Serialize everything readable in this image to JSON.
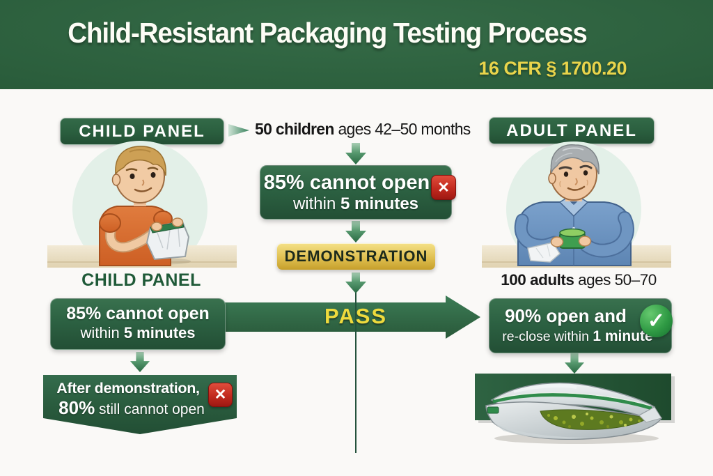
{
  "header": {
    "title": "Child-Resistant Packaging Testing Process",
    "regulation": "16 CFR § 1700.20"
  },
  "child_panel": {
    "badge": "CHILD PANEL",
    "caption": "CHILD PANEL",
    "count_bold": "50 children",
    "count_rest": "ages 42–50 months",
    "result_line1": "85% cannot open",
    "result_line2_normal": "within",
    "result_line2_bold": "5 minutes",
    "after_line1": "After demonstration,",
    "after_line2_bold": "80%",
    "after_line2_rest": "still cannot open"
  },
  "process": {
    "mid_result_line1": "85% cannot open",
    "mid_result_line2_normal": "within",
    "mid_result_line2_bold": "5 minutes",
    "demonstration": "DEMONSTRATION",
    "pass": "PASS"
  },
  "adult_panel": {
    "badge": "ADULT PANEL",
    "count_bold": "100 adults",
    "count_rest": "ages 50–70",
    "result_line1": "90% open and",
    "result_line2_normal": "re-close within",
    "result_line2_bold": "1 minute"
  },
  "icons": {
    "fail": "✕",
    "pass_check": "✓"
  },
  "colors": {
    "header_green": "#2b5e3c",
    "box_green": "#2c6142",
    "gold": "#e0c051",
    "fail_red": "#c22a1f",
    "check_green": "#2f9a44",
    "pass_yellow": "#eeda3d",
    "mint_circle": "#e3f0e8",
    "regulation_yellow": "#e9d44b"
  }
}
